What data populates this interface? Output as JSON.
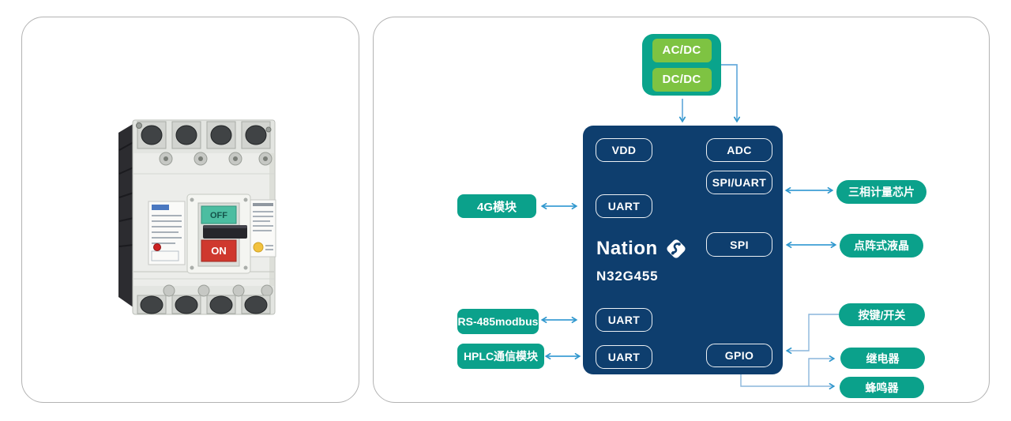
{
  "left_card": {
    "breaker": {
      "on_label": "ON",
      "off_label": "OFF"
    }
  },
  "diagram": {
    "power": {
      "items": [
        {
          "label": "AC/DC"
        },
        {
          "label": "DC/DC"
        }
      ]
    },
    "chip": {
      "brand": "Nation",
      "model": "N32G455",
      "ports": {
        "vdd": "VDD",
        "adc": "ADC",
        "spi_uart": "SPI/UART",
        "uart_top": "UART",
        "spi": "SPI",
        "uart_mid": "UART",
        "uart_bottom": "UART",
        "gpio": "GPIO"
      }
    },
    "left_peripherals": [
      {
        "label": "4G模块"
      },
      {
        "label": "RS-485modbus"
      },
      {
        "label": "HPLC通信模块"
      }
    ],
    "right_peripherals": [
      {
        "label": "三相计量芯片"
      },
      {
        "label": "点阵式液晶"
      },
      {
        "label": "按键/开关"
      },
      {
        "label": "继电器"
      },
      {
        "label": "蜂鸣器"
      }
    ],
    "colors": {
      "chip_navy": "#0e3e6e",
      "peripheral_teal": "#0ba18b",
      "power_container_teal": "#0aa48c",
      "power_green": "#7ec342",
      "arrow_blue": "#3d9ed4",
      "route_blue": "#8ab6dc",
      "card_border": "#b3b3b3"
    }
  }
}
